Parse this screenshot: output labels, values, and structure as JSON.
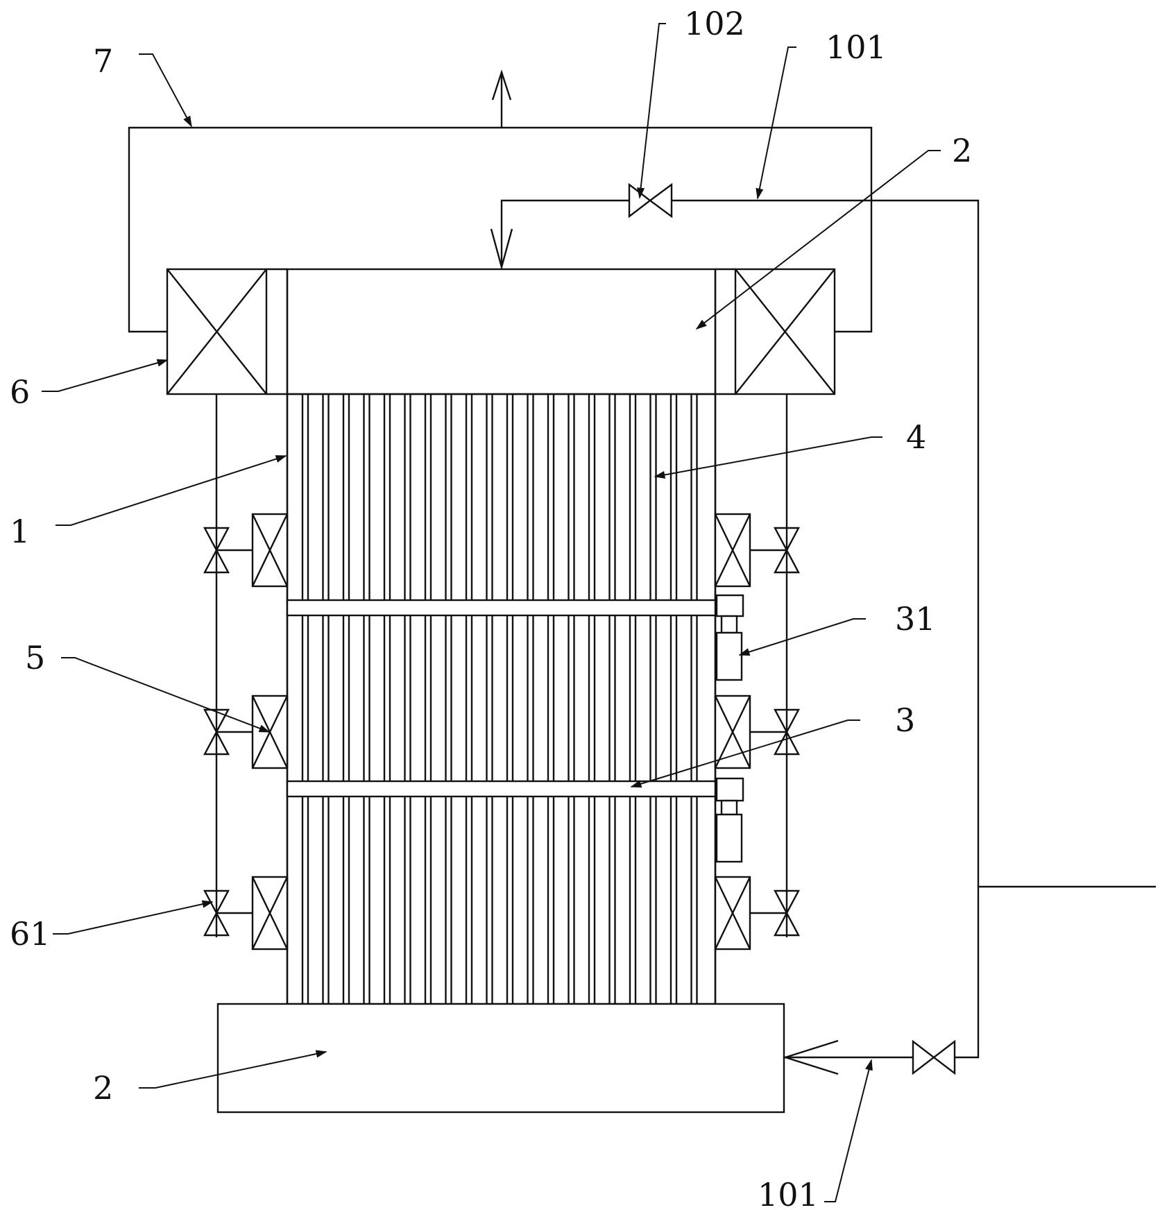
{
  "diagram": {
    "line_color": "#111111",
    "background": "#ffffff",
    "callouts": {
      "pipe_7": "7",
      "valve_102": "102",
      "pipe_101_top": "101",
      "chamber_2_top": "2",
      "filter_6": "6",
      "tank_4": "4",
      "shell_1": "1",
      "actuator_31": "31",
      "module_5": "5",
      "plate_3": "3",
      "valve_61": "61",
      "chamber_2_bottom": "2",
      "pipe_101_bottom": "101"
    }
  }
}
